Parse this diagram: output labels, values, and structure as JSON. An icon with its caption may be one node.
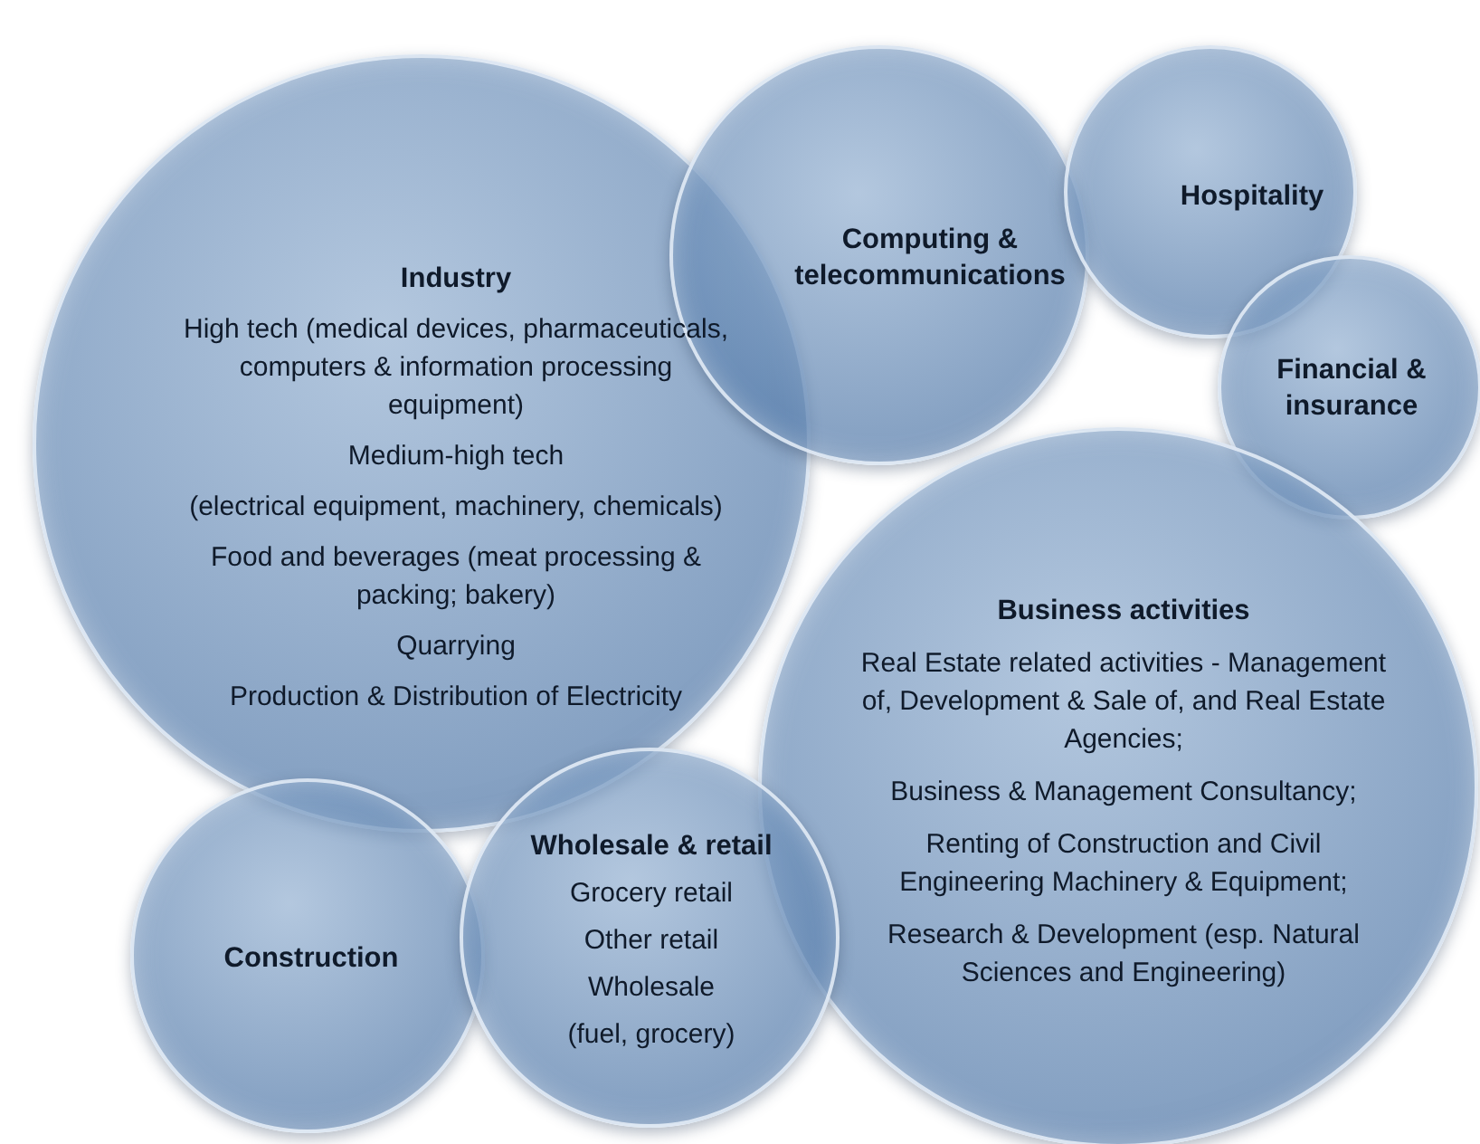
{
  "diagram": {
    "nodes": [
      {
        "text": [
          "Industry",
          "High tech (medical devices, pharmaceuticals, computers & information processing equipment)",
          "Medium-high tech",
          "(electrical equipment,  machinery, chemicals)",
          "Food and beverages (meat processing & packing; bakery)",
          "Quarrying",
          "Production & Distribution of Electricity"
        ]
      },
      {
        "text": [
          "Computing & telecommunications"
        ]
      },
      {
        "text": [
          "Hospitality"
        ]
      },
      {
        "text": [
          "Financial & insurance"
        ]
      },
      {
        "text": [
          "Business activities",
          "Real Estate related activities - Management of, Development & Sale of, and  Real Estate Agencies;",
          "Business  & Management Consultancy;",
          "Renting of Construction and Civil Engineering Machinery & Equipment;",
          "Research & Development (esp. Natural Sciences  and Engineering)"
        ]
      },
      {
        "text": [
          "Construction"
        ]
      },
      {
        "text": [
          "Wholesale & retail",
          "Grocery retail",
          "Other retail",
          "Wholesale",
          "(fuel, grocery)"
        ]
      }
    ]
  }
}
